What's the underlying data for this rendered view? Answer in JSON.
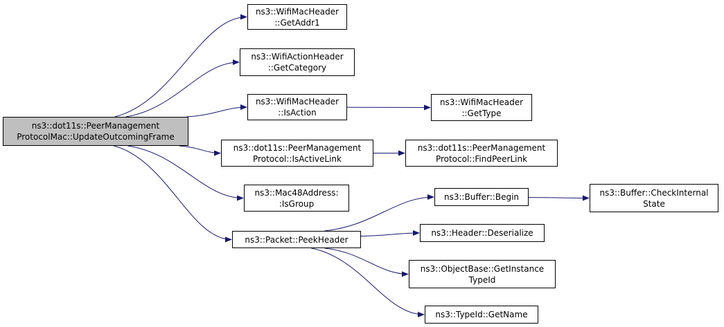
{
  "colors": {
    "edge": "#191970",
    "root_fill": "#bfbfbf",
    "node_fill": "#ffffff",
    "border": "#000000"
  },
  "nodes": {
    "root": {
      "lines": [
        "ns3::dot11s::PeerManagement",
        "ProtocolMac::UpdateOutcomingFrame"
      ]
    },
    "getaddr1": {
      "lines": [
        "ns3::WifiMacHeader",
        "::GetAddr1"
      ]
    },
    "getcategory": {
      "lines": [
        "ns3::WifiActionHeader",
        "::GetCategory"
      ]
    },
    "isaction": {
      "lines": [
        "ns3::WifiMacHeader",
        "::IsAction"
      ]
    },
    "gettype": {
      "lines": [
        "ns3::WifiMacHeader",
        "::GetType"
      ]
    },
    "isactivelink": {
      "lines": [
        "ns3::dot11s::PeerManagement",
        "Protocol::IsActiveLink"
      ]
    },
    "findpeerlink": {
      "lines": [
        "ns3::dot11s::PeerManagement",
        "Protocol::FindPeerLink"
      ]
    },
    "isgroup": {
      "lines": [
        "ns3::Mac48Address:",
        ":IsGroup"
      ]
    },
    "peekheader": {
      "lines": [
        "ns3::Packet::PeekHeader"
      ]
    },
    "bufferbegin": {
      "lines": [
        "ns3::Buffer::Begin"
      ]
    },
    "checkinternal": {
      "lines": [
        "ns3::Buffer::CheckInternal",
        "State"
      ]
    },
    "deserialize": {
      "lines": [
        "ns3::Header::Deserialize"
      ]
    },
    "getinstance": {
      "lines": [
        "ns3::ObjectBase::GetInstance",
        "TypeId"
      ]
    },
    "getname": {
      "lines": [
        "ns3::TypeId::GetName"
      ]
    }
  },
  "edges": [
    [
      "root",
      "getaddr1"
    ],
    [
      "root",
      "getcategory"
    ],
    [
      "root",
      "isaction"
    ],
    [
      "root",
      "isactivelink"
    ],
    [
      "root",
      "isgroup"
    ],
    [
      "root",
      "peekheader"
    ],
    [
      "isaction",
      "gettype"
    ],
    [
      "isactivelink",
      "findpeerlink"
    ],
    [
      "peekheader",
      "bufferbegin"
    ],
    [
      "peekheader",
      "deserialize"
    ],
    [
      "peekheader",
      "getinstance"
    ],
    [
      "peekheader",
      "getname"
    ],
    [
      "bufferbegin",
      "checkinternal"
    ]
  ]
}
